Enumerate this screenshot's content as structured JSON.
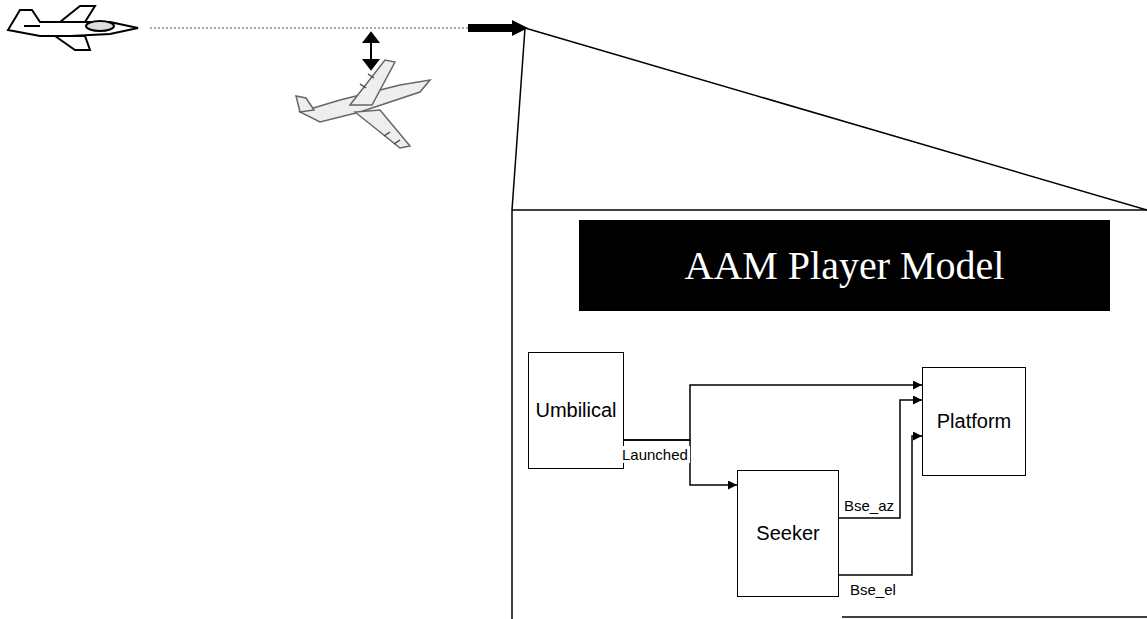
{
  "diagram": {
    "nodes": [
      {
        "text": [
          "AAM Player Model"
        ]
      },
      {
        "text": [
          "Umbilical"
        ]
      },
      {
        "text": [
          "Seeker"
        ]
      },
      {
        "text": [
          "Platform"
        ]
      }
    ],
    "edges": [
      {
        "from": 1,
        "to": 3,
        "arrow": "to"
      },
      {
        "from": 1,
        "to": 2,
        "label": "Launched",
        "arrow": "to"
      },
      {
        "from": 2,
        "to": 3,
        "label": "Bse_az",
        "arrow": "to"
      },
      {
        "from": 2,
        "to": 3,
        "label": "Bse_el",
        "arrow": "to"
      }
    ]
  }
}
